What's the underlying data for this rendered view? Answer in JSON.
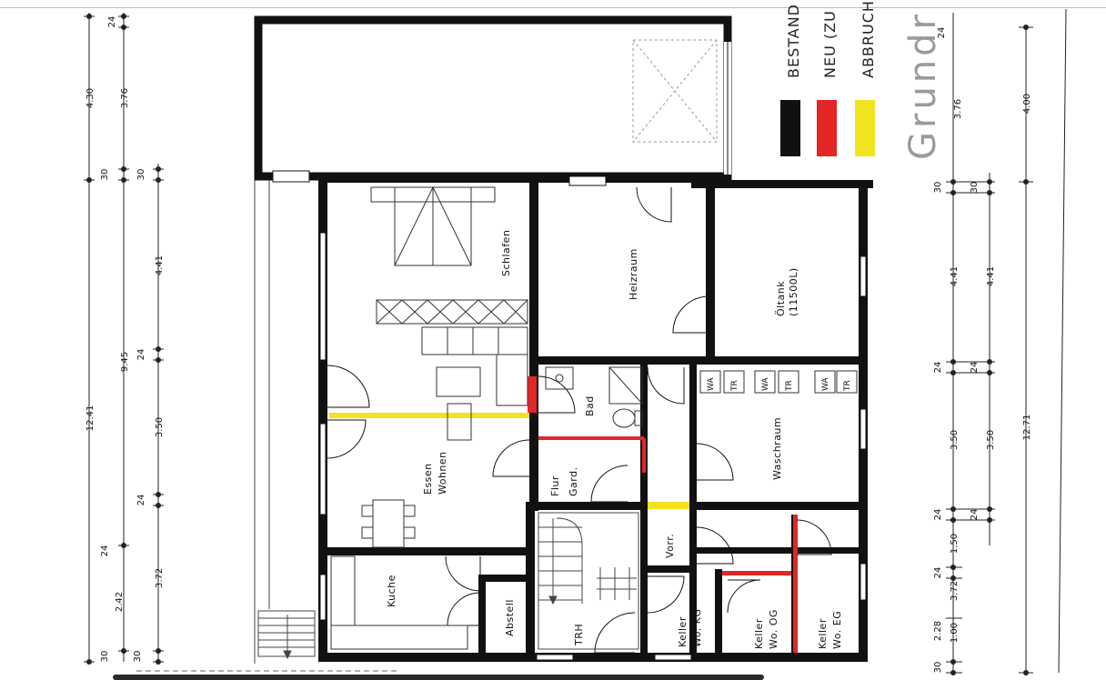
{
  "legend": {
    "bestand": "BESTAND",
    "neu": "NEU (ZU",
    "abbruch": "ABBRUCH",
    "colors": {
      "bestand": "#111111",
      "neu": "#e32626",
      "abbruch": "#f2e31f"
    }
  },
  "title": "Grundr",
  "rooms": {
    "schlafen": "Schlafen",
    "heizraum": "Heizraum",
    "oltank_1": "Öltank",
    "oltank_2": "(11500L)",
    "bad": "Bad",
    "essen": "Essen",
    "wohnen": "Wohnen",
    "flur": "Flur",
    "gard": "Gard.",
    "waschraum": "Waschraum",
    "vorr": "Vorr.",
    "kuche": "Kuche",
    "abstell": "Abstell",
    "trh": "TRH",
    "keller_kg_1": "Keller",
    "keller_kg_2": "Wo. KG",
    "keller_og_1": "Keller",
    "keller_og_2": "Wo. OG",
    "keller_eg_1": "Keller",
    "keller_eg_2": "Wo. EG"
  },
  "appliances": [
    "WA",
    "TR",
    "WA",
    "TR",
    "WA",
    "TR"
  ],
  "dims_left_outer": [
    "12.41"
  ],
  "dims_left_mid": [
    "4.30",
    "9.45",
    "2.42"
  ],
  "dims_left_inner": [
    "24",
    "3.76",
    "30",
    "30",
    "4.41",
    "24",
    "3.50",
    "24",
    "24",
    "3.72",
    "30",
    "30"
  ],
  "dims_right_a": [
    "24",
    "3.76",
    "30",
    "4.41",
    "24",
    "3.50",
    "24",
    "1.50",
    "24",
    "3.72",
    "2.28",
    "1.00",
    "30"
  ],
  "dims_right_b": [
    "30",
    "4.41",
    "24",
    "3.50",
    "24"
  ],
  "dims_right_outer": [
    "4.00",
    "12.71"
  ]
}
